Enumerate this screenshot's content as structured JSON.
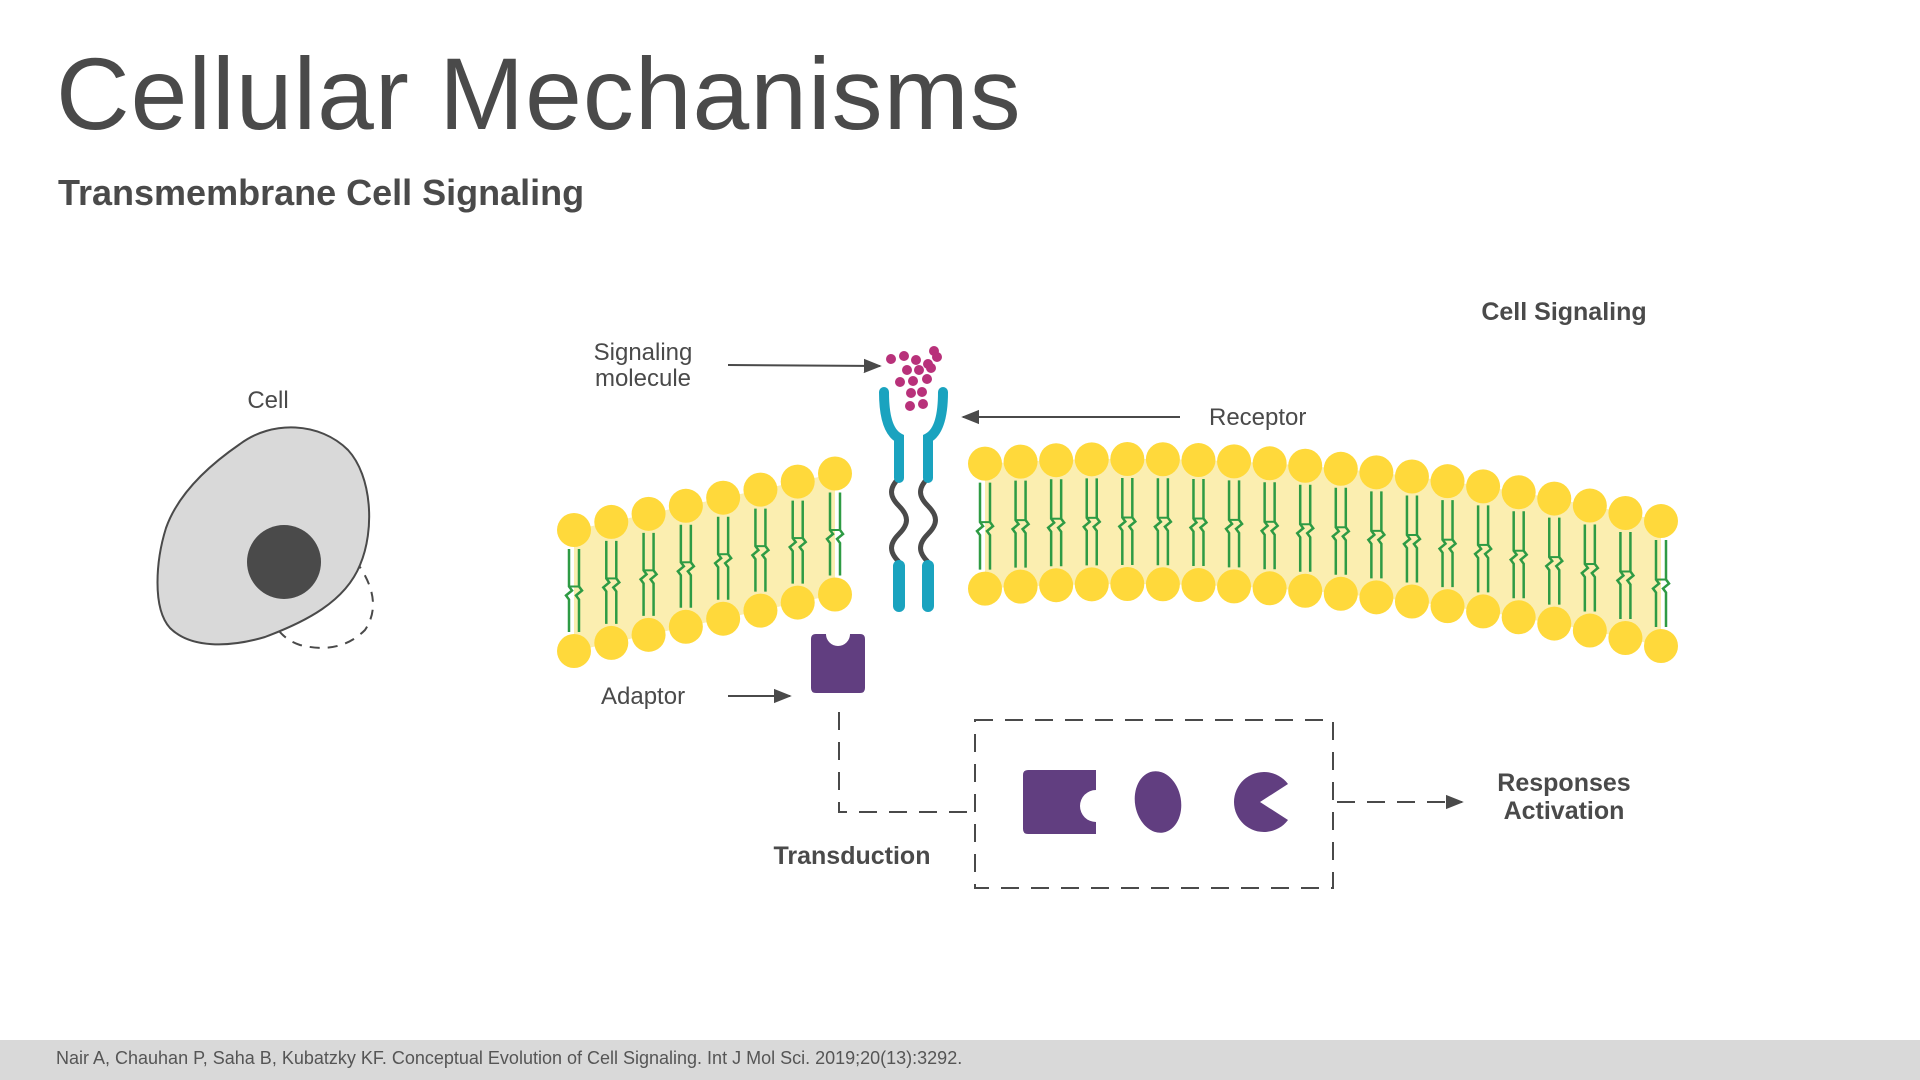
{
  "slide": {
    "title": "Cellular Mechanisms",
    "subtitle": "Transmembrane Cell Signaling"
  },
  "labels": {
    "cell": "Cell",
    "cell_signaling": "Cell Signaling",
    "signaling_line1": "Signaling",
    "signaling_line2": "molecule",
    "receptor": "Receptor",
    "adaptor": "Adaptor",
    "transduction": "Transduction",
    "responses_line1": "Responses",
    "responses_line2": "Activation"
  },
  "footer": {
    "citation": "Nair A, Chauhan P, Saha B, Kubatzky KF. Conceptual Evolution of Cell Signaling. Int J Mol Sci. 2019;20(13):3292."
  },
  "colors": {
    "text": "#4a4a4a",
    "lipid_head": "#ffd93b",
    "membrane_band": "#fbeeb0",
    "lipid_tail": "#2e9b44",
    "receptor": "#1aa3bf",
    "receptor_linker": "#4a4a4a",
    "signal_molecule": "#b8317a",
    "protein": "#613e80",
    "cell_fill": "#d9d9d9",
    "nucleus": "#4a4a4a"
  }
}
